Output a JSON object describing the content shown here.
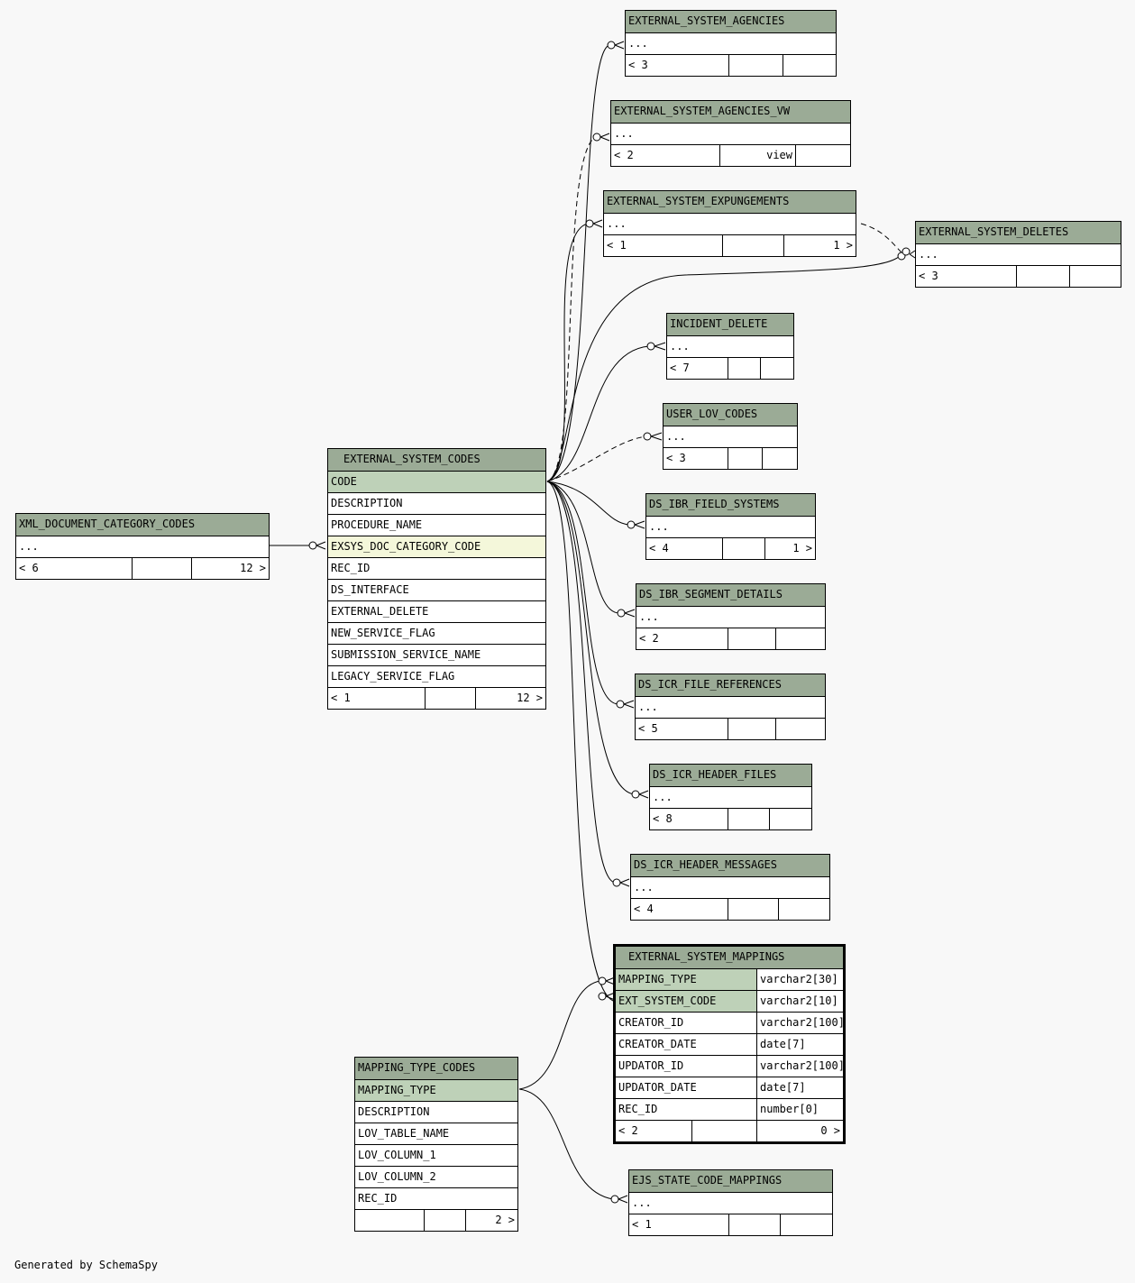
{
  "footer": "Generated by SchemaSpy",
  "tables": {
    "external_system_agencies": {
      "name": "EXTERNAL_SYSTEM_AGENCIES",
      "columns": "...",
      "parents": "< 3",
      "extra": "",
      "children": ""
    },
    "external_system_agencies_vw": {
      "name": "EXTERNAL_SYSTEM_AGENCIES_VW",
      "columns": "...",
      "parents": "< 2",
      "extra": "view",
      "children": ""
    },
    "external_system_expungements": {
      "name": "EXTERNAL_SYSTEM_EXPUNGEMENTS",
      "columns": "...",
      "parents": "< 1",
      "extra": "",
      "children": "1 >"
    },
    "external_system_deletes": {
      "name": "EXTERNAL_SYSTEM_DELETES",
      "columns": "...",
      "parents": "< 3",
      "extra": "",
      "children": ""
    },
    "incident_delete": {
      "name": "INCIDENT_DELETE",
      "columns": "...",
      "parents": "< 7",
      "extra": "",
      "children": ""
    },
    "user_lov_codes": {
      "name": "USER_LOV_CODES",
      "columns": "...",
      "parents": "< 3",
      "extra": "",
      "children": ""
    },
    "ds_ibr_field_systems": {
      "name": "DS_IBR_FIELD_SYSTEMS",
      "columns": "...",
      "parents": "< 4",
      "extra": "",
      "children": "1 >"
    },
    "ds_ibr_segment_details": {
      "name": "DS_IBR_SEGMENT_DETAILS",
      "columns": "...",
      "parents": "< 2",
      "extra": "",
      "children": ""
    },
    "ds_icr_file_references": {
      "name": "DS_ICR_FILE_REFERENCES",
      "columns": "...",
      "parents": "< 5",
      "extra": "",
      "children": ""
    },
    "ds_icr_header_files": {
      "name": "DS_ICR_HEADER_FILES",
      "columns": "...",
      "parents": "< 8",
      "extra": "",
      "children": ""
    },
    "ds_icr_header_messages": {
      "name": "DS_ICR_HEADER_MESSAGES",
      "columns": "...",
      "parents": "< 4",
      "extra": "",
      "children": ""
    },
    "ejs_state_code_mappings": {
      "name": "EJS_STATE_CODE_MAPPINGS",
      "columns": "...",
      "parents": "< 1",
      "extra": "",
      "children": ""
    },
    "xml_document_category_codes": {
      "name": "XML_DOCUMENT_CATEGORY_CODES",
      "columns": "...",
      "parents": "< 6",
      "extra": "",
      "children": "12 >"
    },
    "external_system_codes": {
      "name": "EXTERNAL_SYSTEM_CODES",
      "cols": [
        "CODE",
        "DESCRIPTION",
        "PROCEDURE_NAME",
        "EXSYS_DOC_CATEGORY_CODE",
        "REC_ID",
        "DS_INTERFACE",
        "EXTERNAL_DELETE",
        "NEW_SERVICE_FLAG",
        "SUBMISSION_SERVICE_NAME",
        "LEGACY_SERVICE_FLAG"
      ],
      "parents": "< 1",
      "extra": "",
      "children": "12 >"
    },
    "mapping_type_codes": {
      "name": "MAPPING_TYPE_CODES",
      "cols": [
        "MAPPING_TYPE",
        "DESCRIPTION",
        "LOV_TABLE_NAME",
        "LOV_COLUMN_1",
        "LOV_COLUMN_2",
        "REC_ID"
      ],
      "parents": "",
      "extra": "",
      "children": "2 >"
    },
    "external_system_mappings": {
      "name": "EXTERNAL_SYSTEM_MAPPINGS",
      "cols": [
        {
          "name": "MAPPING_TYPE",
          "type": "varchar2[30]"
        },
        {
          "name": "EXT_SYSTEM_CODE",
          "type": "varchar2[10]"
        },
        {
          "name": "CREATOR_ID",
          "type": "varchar2[100]"
        },
        {
          "name": "CREATOR_DATE",
          "type": "date[7]"
        },
        {
          "name": "UPDATOR_ID",
          "type": "varchar2[100]"
        },
        {
          "name": "UPDATOR_DATE",
          "type": "date[7]"
        },
        {
          "name": "REC_ID",
          "type": "number[0]"
        }
      ],
      "parents": "< 2",
      "extra": "",
      "children": "0 >"
    }
  },
  "colors": {
    "header": "#9bab96",
    "primary_key": "#bed1b8",
    "foreign_key": "#f4f7da",
    "background": "#f8f8f8"
  }
}
